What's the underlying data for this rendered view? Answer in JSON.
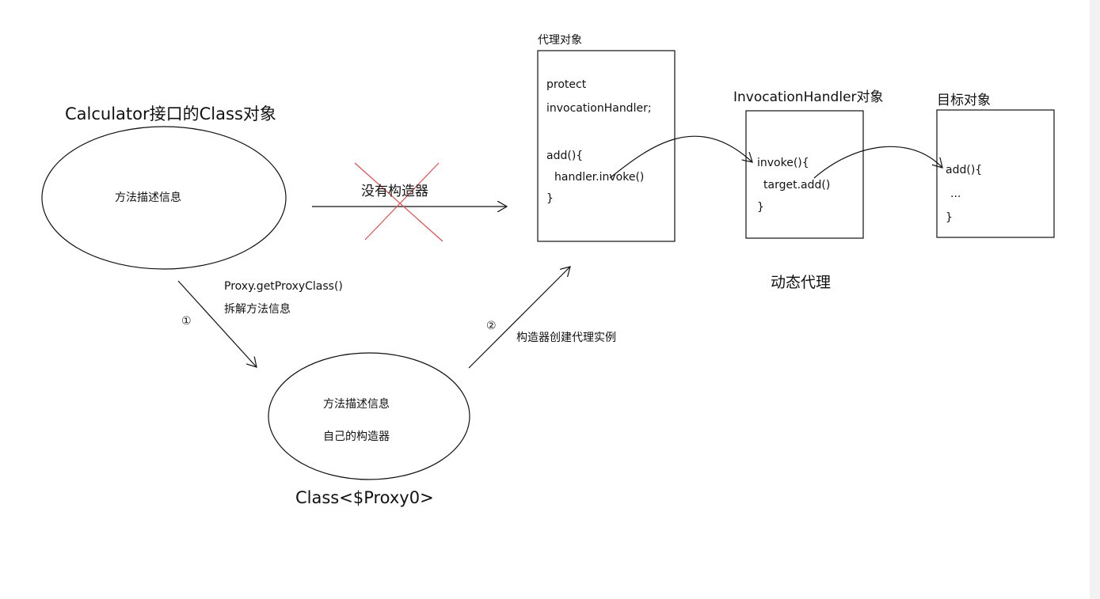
{
  "interface": {
    "title": "Calculator接口的Class对象",
    "ellipse_text": "方法描述信息"
  },
  "no_constructor_label": "没有构造器",
  "step1": {
    "marker": "①",
    "line1": "Proxy.getProxyClass()",
    "line2": "拆解方法信息"
  },
  "proxy_class": {
    "line1": "方法描述信息",
    "line2": "自己的构造器",
    "caption": "Class<$Proxy0>"
  },
  "step2": {
    "marker": "②",
    "label": "构造器创建代理实例"
  },
  "proxy_object": {
    "title": "代理对象",
    "lines": [
      "protect",
      "invocationHandler;",
      "",
      "add(){",
      "  handler.invoke()",
      "}"
    ]
  },
  "handler_object": {
    "title": "InvocationHandler对象",
    "lines": [
      "invoke(){",
      "  target.add()",
      "}"
    ]
  },
  "target_object": {
    "title": "目标对象",
    "lines": [
      "add(){",
      "  ...",
      "}"
    ]
  },
  "caption": "动态代理",
  "colors": {
    "cross": "#e05050",
    "line": "#111111"
  }
}
